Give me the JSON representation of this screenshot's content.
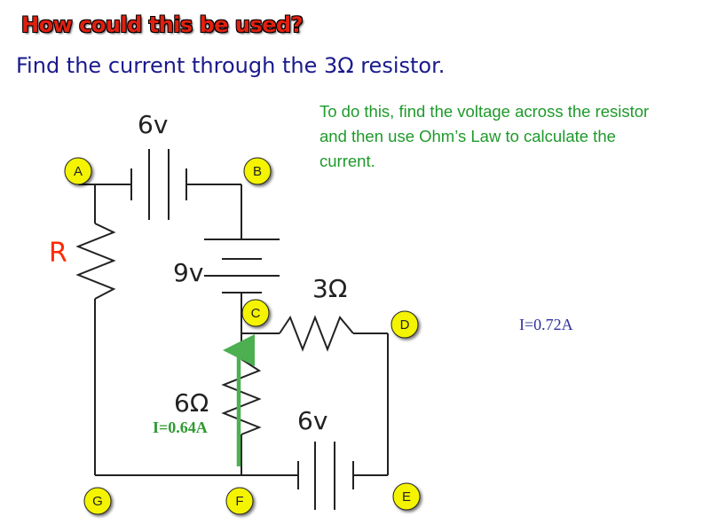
{
  "slide": {
    "title": "How could this be used?",
    "subtitle": "Find the current through the 3Ω resistor.",
    "note": "To do this, find the voltage across the resistor and then use Ohm’s Law to calculate the current."
  },
  "circuit": {
    "nodes": {
      "A": "A",
      "B": "B",
      "C": "C",
      "D": "D",
      "E": "E",
      "F": "F",
      "G": "G"
    },
    "battery_top_label": "6v",
    "battery_middle_label": "9v",
    "battery_bottom_label": "6v",
    "resistor_r_label": "R",
    "resistor_3ohm_label": "3Ω",
    "resistor_6ohm_label": "6Ω",
    "current_cf_label": "I=0.64A",
    "current_3ohm_label": "I=0.72A"
  },
  "colors": {
    "title": "#e02010",
    "subtitle": "#1a1a8c",
    "note": "#1e9a2a",
    "node_fill": "#f4f400",
    "wire": "#222222",
    "arrow": "#4caf50",
    "r_label": "#ff2a00",
    "right_current": "#3030a0"
  }
}
